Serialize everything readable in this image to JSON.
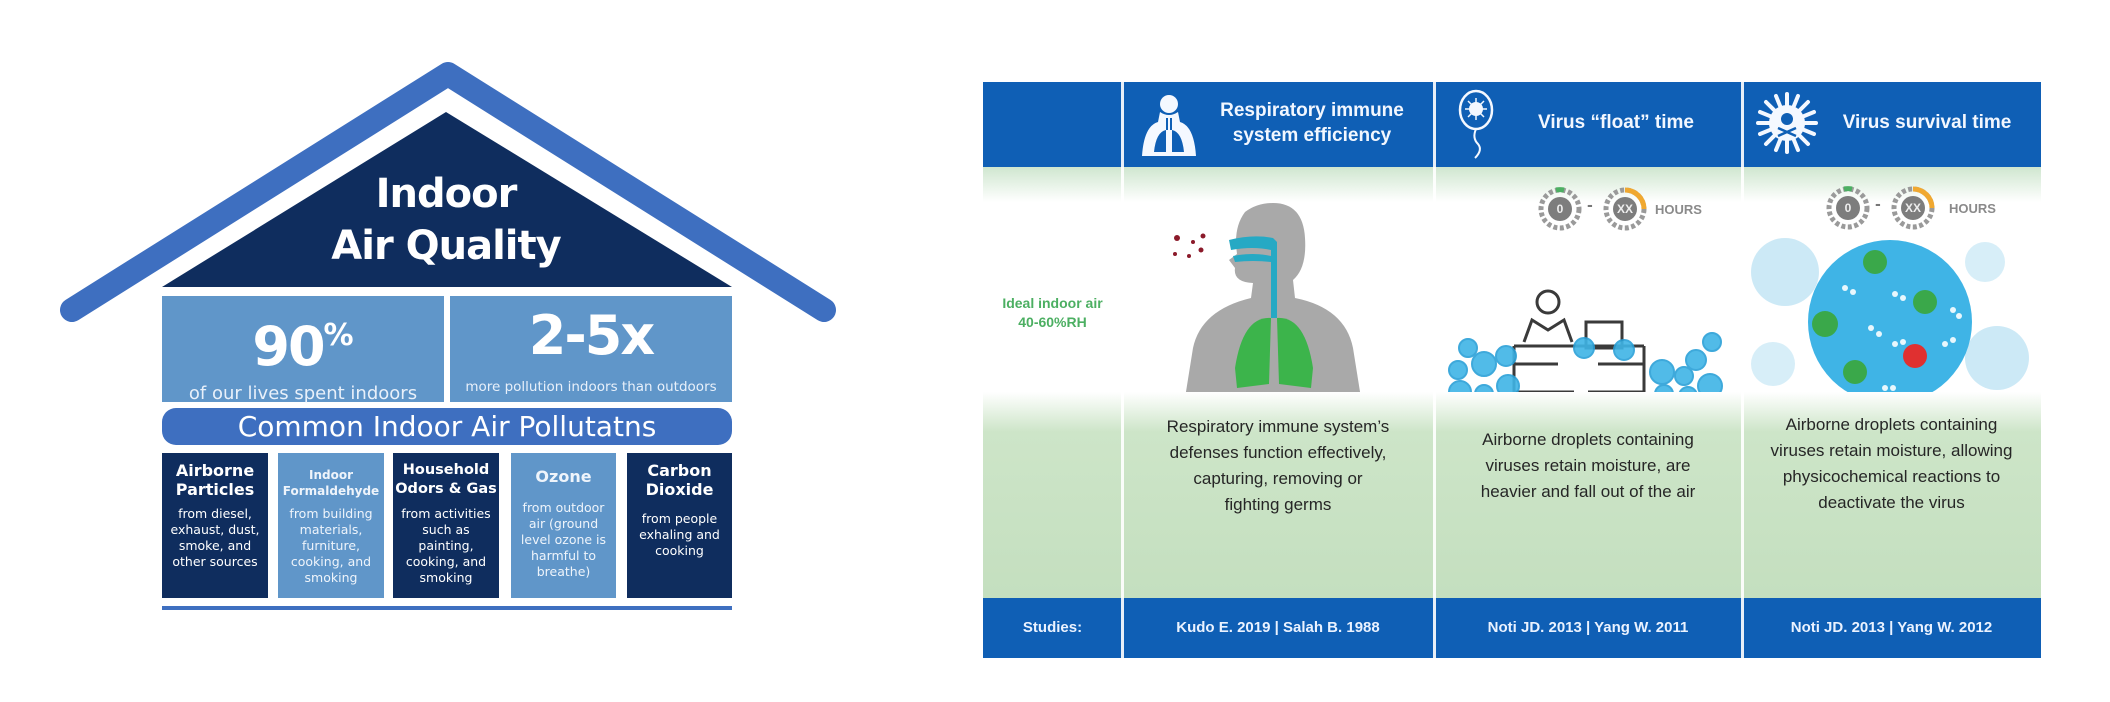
{
  "house": {
    "title_line1": "Indoor",
    "title_line2": "Air Quality",
    "stats": [
      {
        "value": "90",
        "suffix": "%",
        "caption": "of our lives spent indoors"
      },
      {
        "value": "2-5x",
        "suffix": "",
        "caption": "more pollution indoors than outdoors"
      }
    ],
    "banner": "Common Indoor Air Pollutatns",
    "pollutants": [
      {
        "title": "Airborne Particles",
        "desc": "from diesel, exhaust, dust, smoke, and other sources",
        "style": "dark"
      },
      {
        "title": "Indoor Formaldehyde",
        "desc": "from building materials, furniture, cooking, and smoking",
        "style": "light"
      },
      {
        "title": "Household Odors & Gas",
        "desc": "from activities such as painting, cooking, and smoking",
        "style": "dark"
      },
      {
        "title": "Ozone",
        "desc": "from outdoor air (ground level ozone is harmful to breathe)",
        "style": "light"
      },
      {
        "title": "Carbon Dioxide",
        "desc": "from people exhaling and cooking",
        "style": "dark"
      }
    ],
    "colors": {
      "roof": "#3e6fc0",
      "gable": "#0f2d5e",
      "stat_box": "#6096c9"
    }
  },
  "humidity_table": {
    "side_label": {
      "line1": "Ideal indoor air",
      "line2": "40-60%RH"
    },
    "studies_label": "Studies:",
    "columns": [
      {
        "icon": "lungs-person-icon",
        "title_line1": "Respiratory immune",
        "title_line2": "system efficiency",
        "body": [
          "Respiratory immune system’s",
          "defenses function effectively,",
          "capturing, removing or",
          "fighting germs"
        ],
        "studies": "Kudo E. 2019 | Salah B. 1988"
      },
      {
        "icon": "virus-balloon-icon",
        "title_line1": "Virus “float” time",
        "title_line2": "",
        "timer": {
          "from": "0",
          "to": "XX",
          "unit": "HOURS"
        },
        "body": [
          "Airborne droplets containing",
          "viruses retain moisture, are",
          "heavier and fall out of the air"
        ],
        "studies": "Noti JD. 2013 | Yang W. 2011"
      },
      {
        "icon": "virus-skull-icon",
        "title_line1": "Virus survival time",
        "title_line2": "",
        "timer": {
          "from": "0",
          "to": "XX",
          "unit": "HOURS"
        },
        "body": [
          "Airborne droplets containing",
          "viruses retain moisture, allowing",
          "physicochemical reactions to",
          "deactivate the virus"
        ],
        "studies": "Noti JD. 2013 | Yang W. 2012"
      }
    ],
    "colors": {
      "header": "#0f5fb5",
      "green_band": "#c4dfbf",
      "accent_green": "#4caf62",
      "droplet": "#3fb4e6"
    }
  }
}
